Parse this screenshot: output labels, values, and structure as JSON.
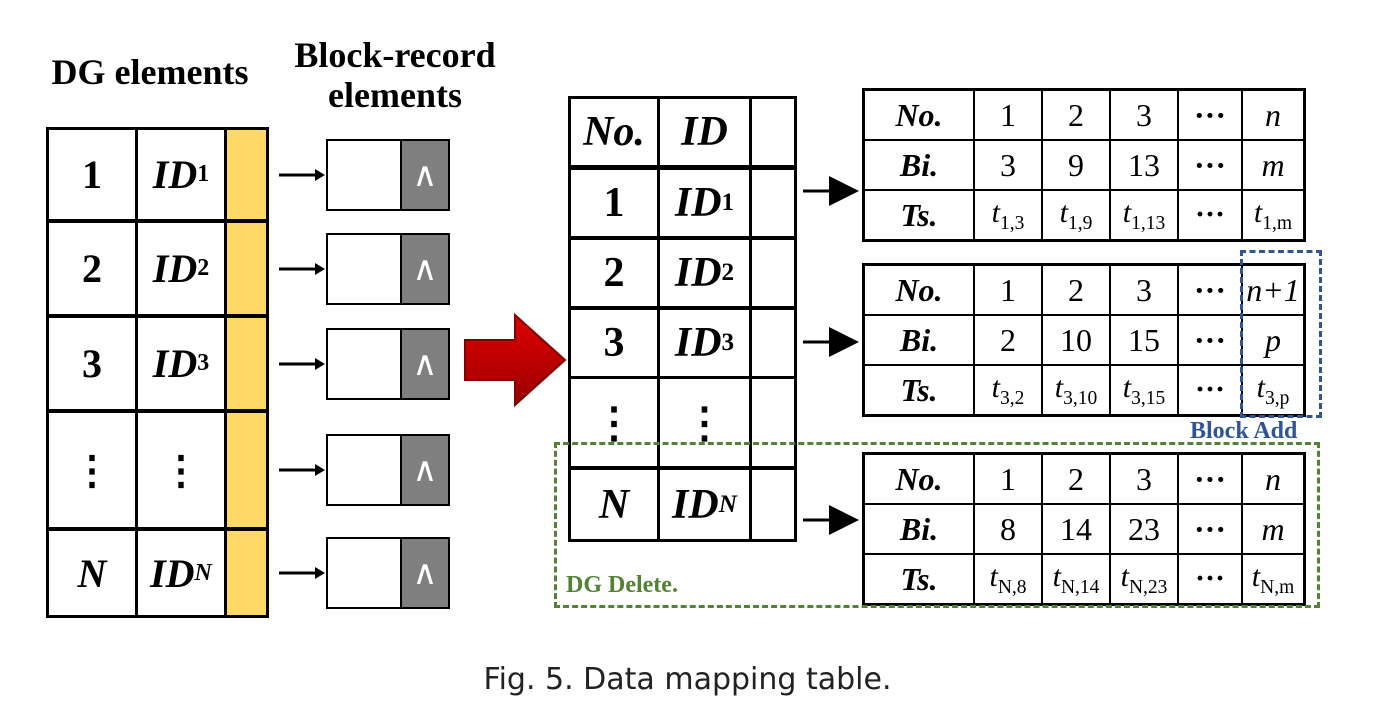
{
  "headers": {
    "dg_elements": "DG elements",
    "block_record_line1": "Block-record",
    "block_record_line2": "elements"
  },
  "left_table": {
    "rows": [
      {
        "no": "1",
        "id": "ID",
        "sub": "1"
      },
      {
        "no": "2",
        "id": "ID",
        "sub": "2"
      },
      {
        "no": "3",
        "id": "ID",
        "sub": "3"
      },
      {
        "no": "⋮",
        "id": "⋮",
        "sub": ""
      },
      {
        "no": "N",
        "id": "ID",
        "sub": "N"
      }
    ],
    "record_symbol": "∧"
  },
  "mapping_table": {
    "header_no": "No.",
    "header_id": "ID",
    "rows": [
      {
        "no": "1",
        "id": "ID",
        "sub": "1"
      },
      {
        "no": "2",
        "id": "ID",
        "sub": "2"
      },
      {
        "no": "3",
        "id": "ID",
        "sub": "3"
      },
      {
        "no": "⋮",
        "id": "⋮",
        "sub": ""
      },
      {
        "no": "N",
        "id": "ID",
        "sub": "N"
      }
    ]
  },
  "block_tables": [
    {
      "row_labels": [
        "No.",
        "Bi.",
        "Ts."
      ],
      "no": [
        "1",
        "2",
        "3",
        "···",
        "n"
      ],
      "bi": [
        "3",
        "9",
        "13",
        "···",
        "m"
      ],
      "ts": [
        [
          "t",
          "1,3"
        ],
        [
          "t",
          "1,9"
        ],
        [
          "t",
          "1,13"
        ],
        [
          "···",
          ""
        ],
        [
          "t",
          "1,m"
        ]
      ]
    },
    {
      "row_labels": [
        "No.",
        "Bi.",
        "Ts."
      ],
      "no": [
        "1",
        "2",
        "3",
        "···",
        "n+1"
      ],
      "bi": [
        "2",
        "10",
        "15",
        "···",
        "p"
      ],
      "ts": [
        [
          "t",
          "3,2"
        ],
        [
          "t",
          "3,10"
        ],
        [
          "t",
          "3,15"
        ],
        [
          "···",
          ""
        ],
        [
          "t",
          "3,p"
        ]
      ]
    },
    {
      "row_labels": [
        "No.",
        "Bi.",
        "Ts."
      ],
      "no": [
        "1",
        "2",
        "3",
        "···",
        "n"
      ],
      "bi": [
        "8",
        "14",
        "23",
        "···",
        "m"
      ],
      "ts": [
        [
          "t",
          "N,8"
        ],
        [
          "t",
          "N,14"
        ],
        [
          "t",
          "N,23"
        ],
        [
          "···",
          ""
        ],
        [
          "t",
          "N,m"
        ]
      ]
    }
  ],
  "labels": {
    "block_add": "Block Add",
    "dg_delete": "DG Delete."
  },
  "caption": "Fig. 5.  Data mapping table.",
  "colors": {
    "yellow": "#ffd966",
    "record_gray": "#7f7f7f",
    "arrow_red": "#c00000",
    "dg_delete_green": "#548235",
    "block_add_blue": "#2f5597"
  }
}
